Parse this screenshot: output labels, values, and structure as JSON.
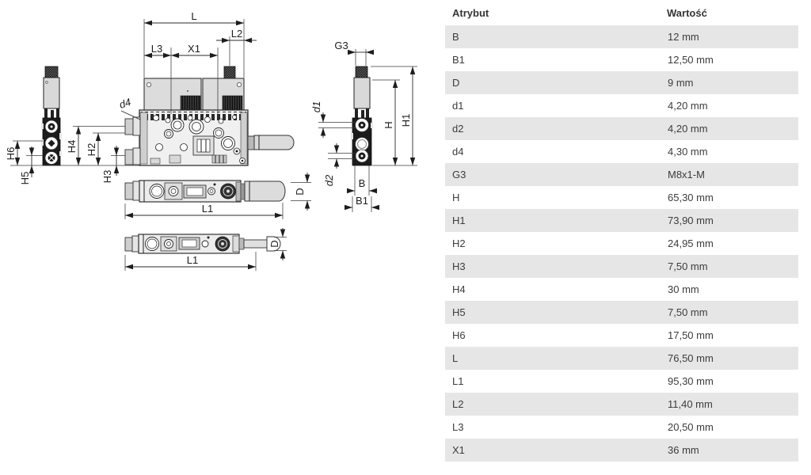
{
  "table": {
    "headers": {
      "attribute": "Atrybut",
      "value": "Wartość"
    },
    "rows": [
      {
        "attribute": "B",
        "value": "12 mm"
      },
      {
        "attribute": "B1",
        "value": "12,50 mm"
      },
      {
        "attribute": "D",
        "value": "9 mm"
      },
      {
        "attribute": "d1",
        "value": "4,20 mm"
      },
      {
        "attribute": "d2",
        "value": "4,20 mm"
      },
      {
        "attribute": "d4",
        "value": "4,30 mm"
      },
      {
        "attribute": "G3",
        "value": "M8x1-M"
      },
      {
        "attribute": "H",
        "value": "65,30 mm"
      },
      {
        "attribute": "H1",
        "value": "73,90 mm"
      },
      {
        "attribute": "H2",
        "value": "24,95 mm"
      },
      {
        "attribute": "H3",
        "value": "7,50 mm"
      },
      {
        "attribute": "H4",
        "value": "30 mm"
      },
      {
        "attribute": "H5",
        "value": "7,50 mm"
      },
      {
        "attribute": "H6",
        "value": "17,50 mm"
      },
      {
        "attribute": "L",
        "value": "76,50 mm"
      },
      {
        "attribute": "L1",
        "value": "95,30 mm"
      },
      {
        "attribute": "L2",
        "value": "11,40 mm"
      },
      {
        "attribute": "L3",
        "value": "20,50 mm"
      },
      {
        "attribute": "X1",
        "value": "36 mm"
      }
    ]
  },
  "drawing": {
    "description": "technical-dimension-drawing-of-valve-unit",
    "labels": {
      "L": "L",
      "L1": "L1",
      "L2": "L2",
      "L3": "L3",
      "X1": "X1",
      "B": "B",
      "B1": "B1",
      "D": "D",
      "G3": "G3",
      "H": "H",
      "H1": "H1",
      "H2": "H2",
      "H3": "H3",
      "H4": "H4",
      "H5": "H5",
      "H6": "H6",
      "d1": "d1",
      "d2": "d2",
      "d4": "d4"
    }
  },
  "colors": {
    "row_shade": "#e6e6e6",
    "text": "#3c3c3c",
    "line": "#222222",
    "fill_light": "#dcdcdc",
    "fill_dark": "#1b1b1b"
  }
}
